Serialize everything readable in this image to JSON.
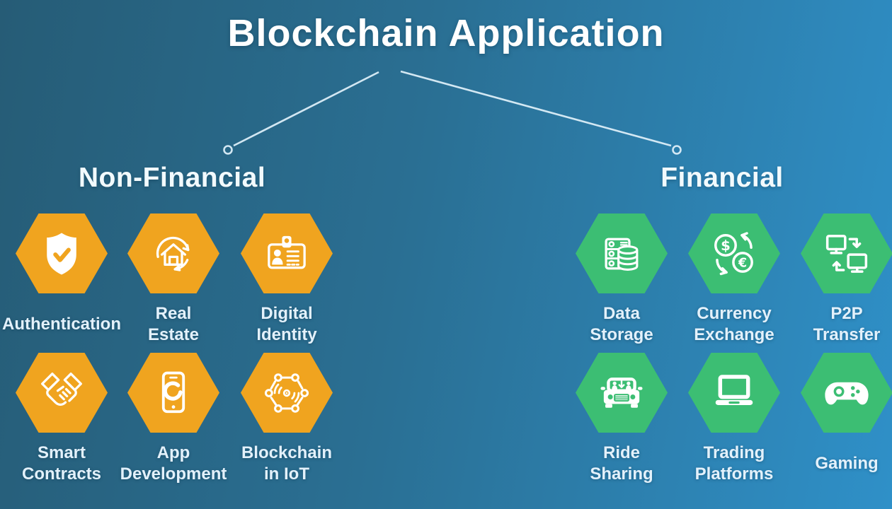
{
  "title": "Blockchain Application",
  "colors": {
    "background_start": "#265C76",
    "background_end": "#2F90C8",
    "non_financial_hex": "#F0A41F",
    "financial_hex": "#3CBE73",
    "connector": "#DCEEF8",
    "text": "#FFFFFF"
  },
  "sections": [
    {
      "name": "Non-Financial",
      "hex_color": "#F0A41F",
      "items": [
        {
          "icon": "shield-check-icon",
          "label": "Authentication",
          "lines": [
            "Authentication"
          ]
        },
        {
          "icon": "house-cycle-icon",
          "label": "Real Estate",
          "lines": [
            "Real",
            "Estate"
          ]
        },
        {
          "icon": "id-card-icon",
          "label": "Digital Identity",
          "lines": [
            "Digital",
            "Identity"
          ]
        },
        {
          "icon": "handshake-icon",
          "label": "Smart Contracts",
          "lines": [
            "Smart",
            "Contracts"
          ]
        },
        {
          "icon": "smartphone-icon",
          "label": "App Development",
          "lines": [
            "App",
            "Development"
          ]
        },
        {
          "icon": "iot-network-icon",
          "label": "Blockchain in IoT",
          "lines": [
            "Blockchain",
            "in IoT"
          ]
        }
      ]
    },
    {
      "name": "Financial",
      "hex_color": "#3CBE73",
      "items": [
        {
          "icon": "server-database-icon",
          "label": "Data Storage",
          "lines": [
            "Data",
            "Storage"
          ]
        },
        {
          "icon": "currency-exchange-icon",
          "label": "Currency Exchange",
          "lines": [
            "Currency",
            "Exchange"
          ]
        },
        {
          "icon": "p2p-monitors-icon",
          "label": "P2P Transfer",
          "lines": [
            "P2P",
            "Transfer"
          ]
        },
        {
          "icon": "car-icon",
          "label": "Ride Sharing",
          "lines": [
            "Ride",
            "Sharing"
          ]
        },
        {
          "icon": "laptop-icon",
          "label": "Trading Platforms",
          "lines": [
            "Trading",
            "Platforms"
          ]
        },
        {
          "icon": "gamepad-icon",
          "label": "Gaming",
          "lines": [
            "Gaming"
          ]
        }
      ]
    }
  ]
}
